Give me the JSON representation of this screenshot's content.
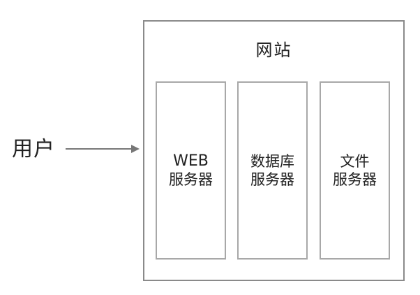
{
  "user_label": "用户",
  "site": {
    "title": "网站",
    "servers": [
      {
        "lines": [
          "WEB",
          "服务器"
        ]
      },
      {
        "lines": [
          "数据库",
          "服务器"
        ]
      },
      {
        "lines": [
          "文件",
          "服务器"
        ]
      }
    ]
  },
  "colors": {
    "outer_border": "#8a8a8a",
    "inner_border": "#a8a8a8",
    "arrow": "#777777",
    "text": "#222222"
  }
}
